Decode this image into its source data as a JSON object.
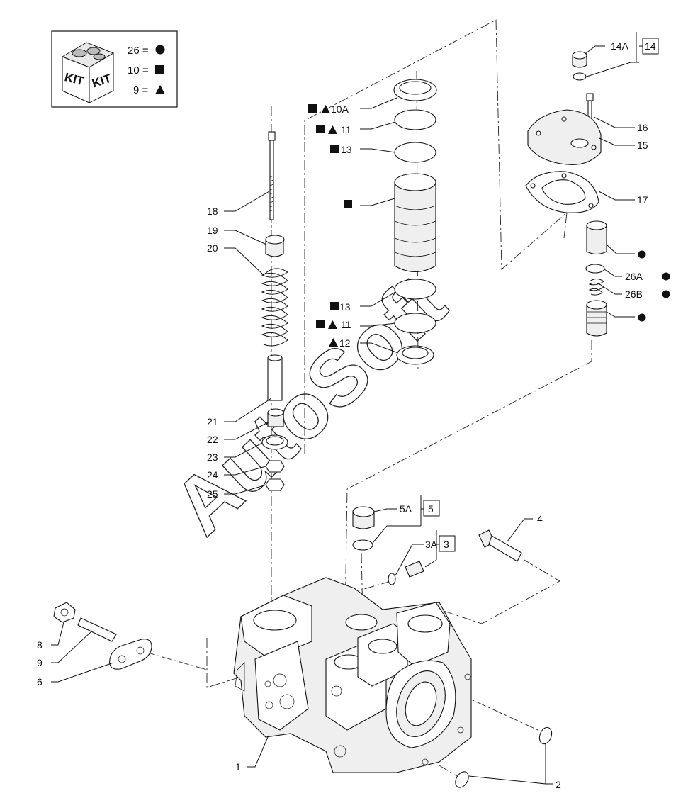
{
  "kit_legend": {
    "box_text_1": "KIT",
    "box_text_2": "KIT",
    "rows": [
      {
        "label": "26 =",
        "symbol": "circle"
      },
      {
        "label": "10 =",
        "symbol": "square"
      },
      {
        "label": "9 =",
        "symbol": "triangle"
      }
    ]
  },
  "callouts": {
    "c14A": "14A",
    "c14": "14",
    "c16": "16",
    "c15": "15",
    "c17": "17",
    "c26A": "26A",
    "c26B": "26B",
    "c10A": "10A",
    "c11a": "11",
    "c13a": "13",
    "c13b": "13",
    "c11b": "11",
    "c12": "12",
    "c18": "18",
    "c19": "19",
    "c20": "20",
    "c21": "21",
    "c22": "22",
    "c23": "23",
    "c24": "24",
    "c25": "25",
    "c5A": "5A",
    "c5": "5",
    "c3A": "3A",
    "c3": "3",
    "c4": "4",
    "c8": "8",
    "c9": "9",
    "c6": "6",
    "c1": "1",
    "c2": "2"
  },
  "watermark": "AutoSoft",
  "colors": {
    "line": "#111111",
    "background": "#ffffff"
  }
}
